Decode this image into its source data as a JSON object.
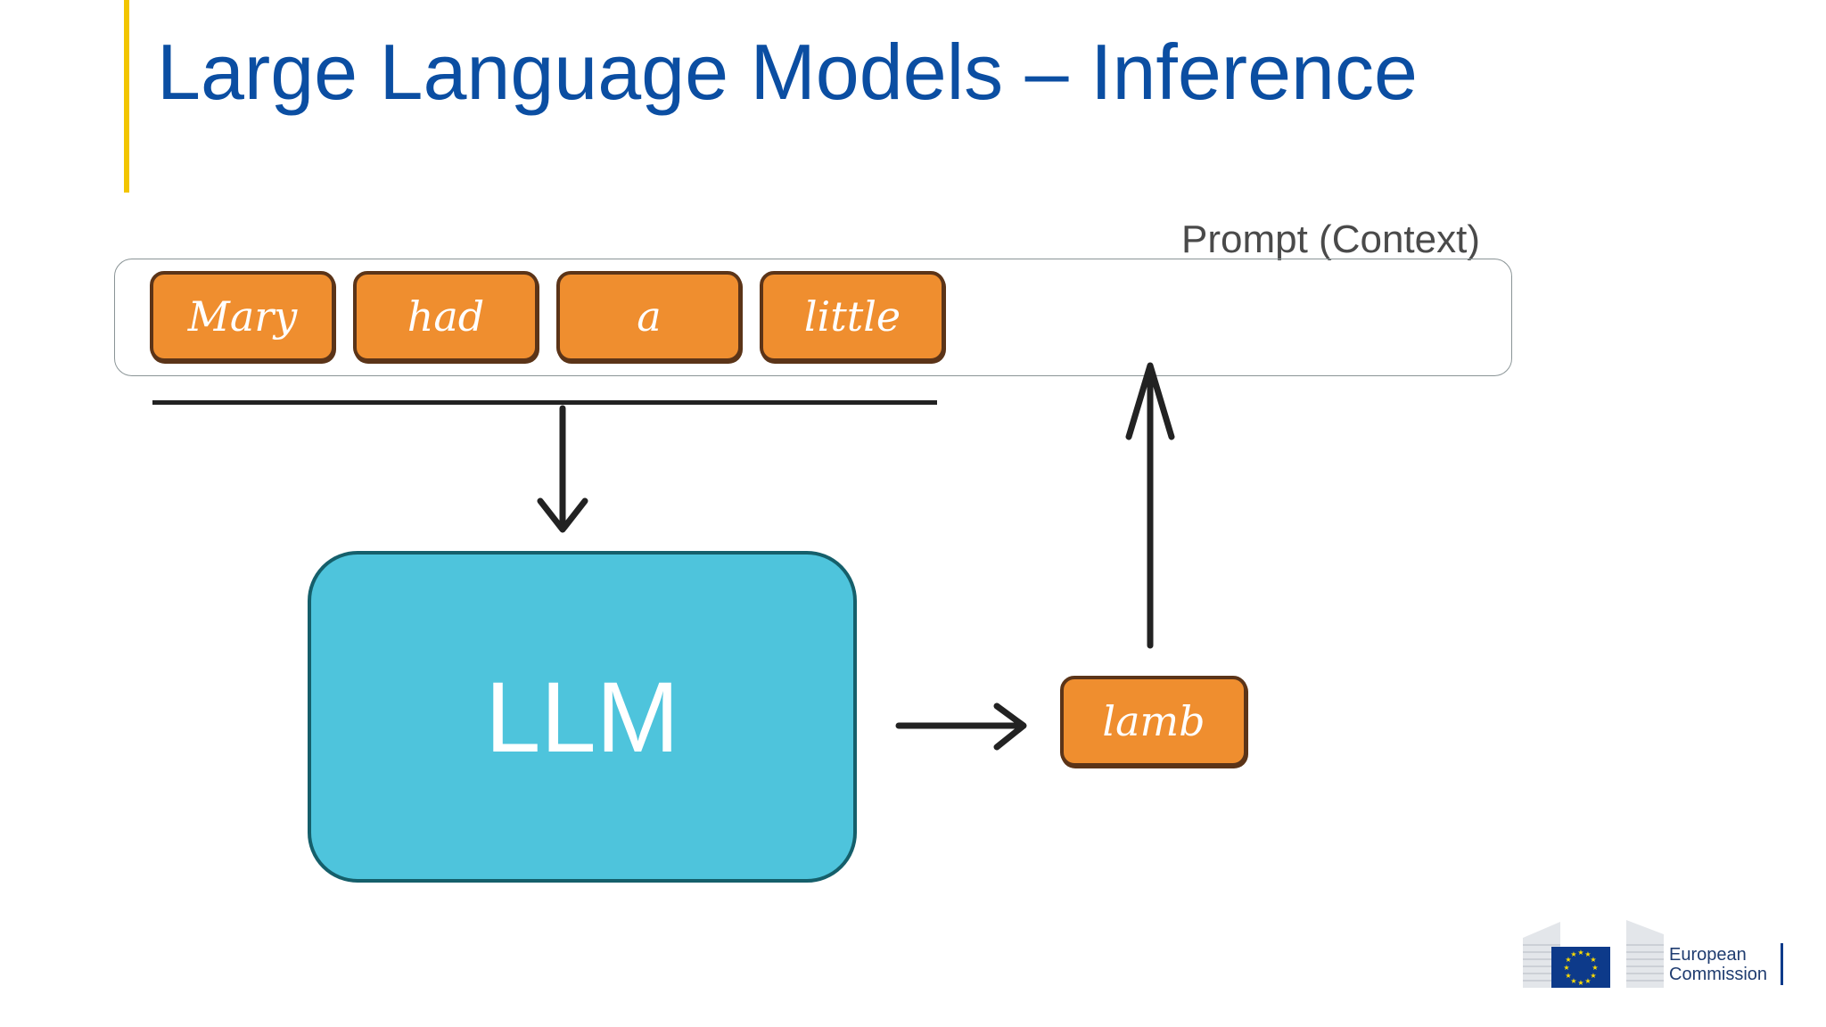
{
  "slide": {
    "title": "Large Language Models – Inference"
  },
  "context": {
    "label": "Prompt (Context)",
    "tokens": [
      "Mary",
      "had",
      "a",
      "little"
    ]
  },
  "model": {
    "label": "LLM"
  },
  "output": {
    "token": "lamb"
  },
  "logo": {
    "name_line1": "European",
    "name_line2": "Commission"
  },
  "colors": {
    "title": "#0b4ea2",
    "accent_bar": "#f2c500",
    "token_fill": "#ef8e2f",
    "token_border": "#5b3418",
    "llm_fill": "#4ec4dc",
    "llm_border": "#155f6b",
    "eu_blue": "#0d3a8a",
    "eu_star": "#ffdd00"
  }
}
